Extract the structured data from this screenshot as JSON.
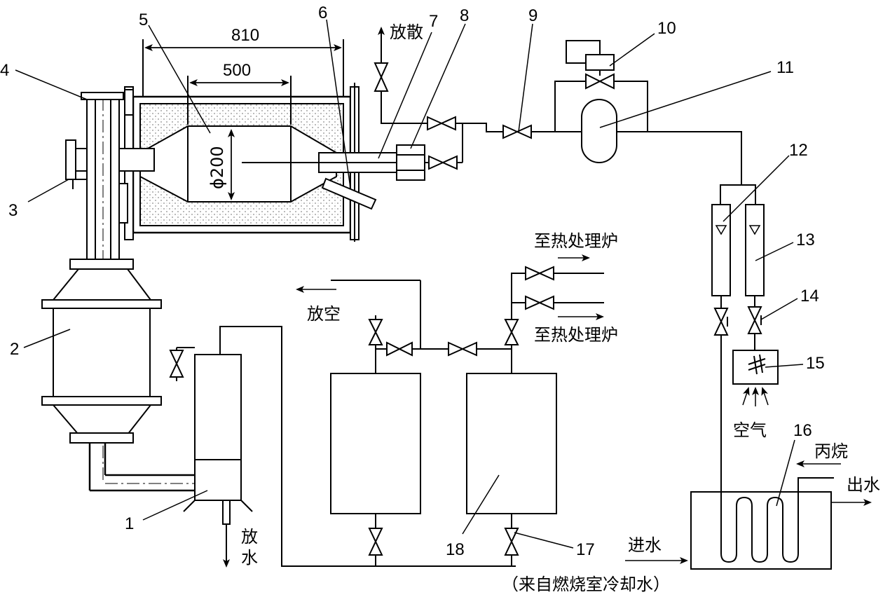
{
  "labels": {
    "n1": "1",
    "n2": "2",
    "n3": "3",
    "n4": "4",
    "n5": "5",
    "n6": "6",
    "n7": "7",
    "n8": "8",
    "n9": "9",
    "n10": "10",
    "n11": "11",
    "n12": "12",
    "n13": "13",
    "n14": "14",
    "n15": "15",
    "n16": "16",
    "n17": "17",
    "n18": "18"
  },
  "dims": {
    "d810": "810",
    "d500": "500",
    "dphi": "ϕ200"
  },
  "text": {
    "vent_top": "放散",
    "exhaust": "放空",
    "to_furnace_1": "至热处理炉",
    "to_furnace_2": "至热处理炉",
    "air": "空气",
    "propane": "丙烷",
    "water_out": "出水",
    "water_in": "进水",
    "cooling_source": "（来自燃烧室冷却水）",
    "drain_1": "放",
    "drain_2": "水"
  },
  "colors": {
    "ink": "#000000",
    "background": "#ffffff",
    "insulation": "#888888"
  }
}
